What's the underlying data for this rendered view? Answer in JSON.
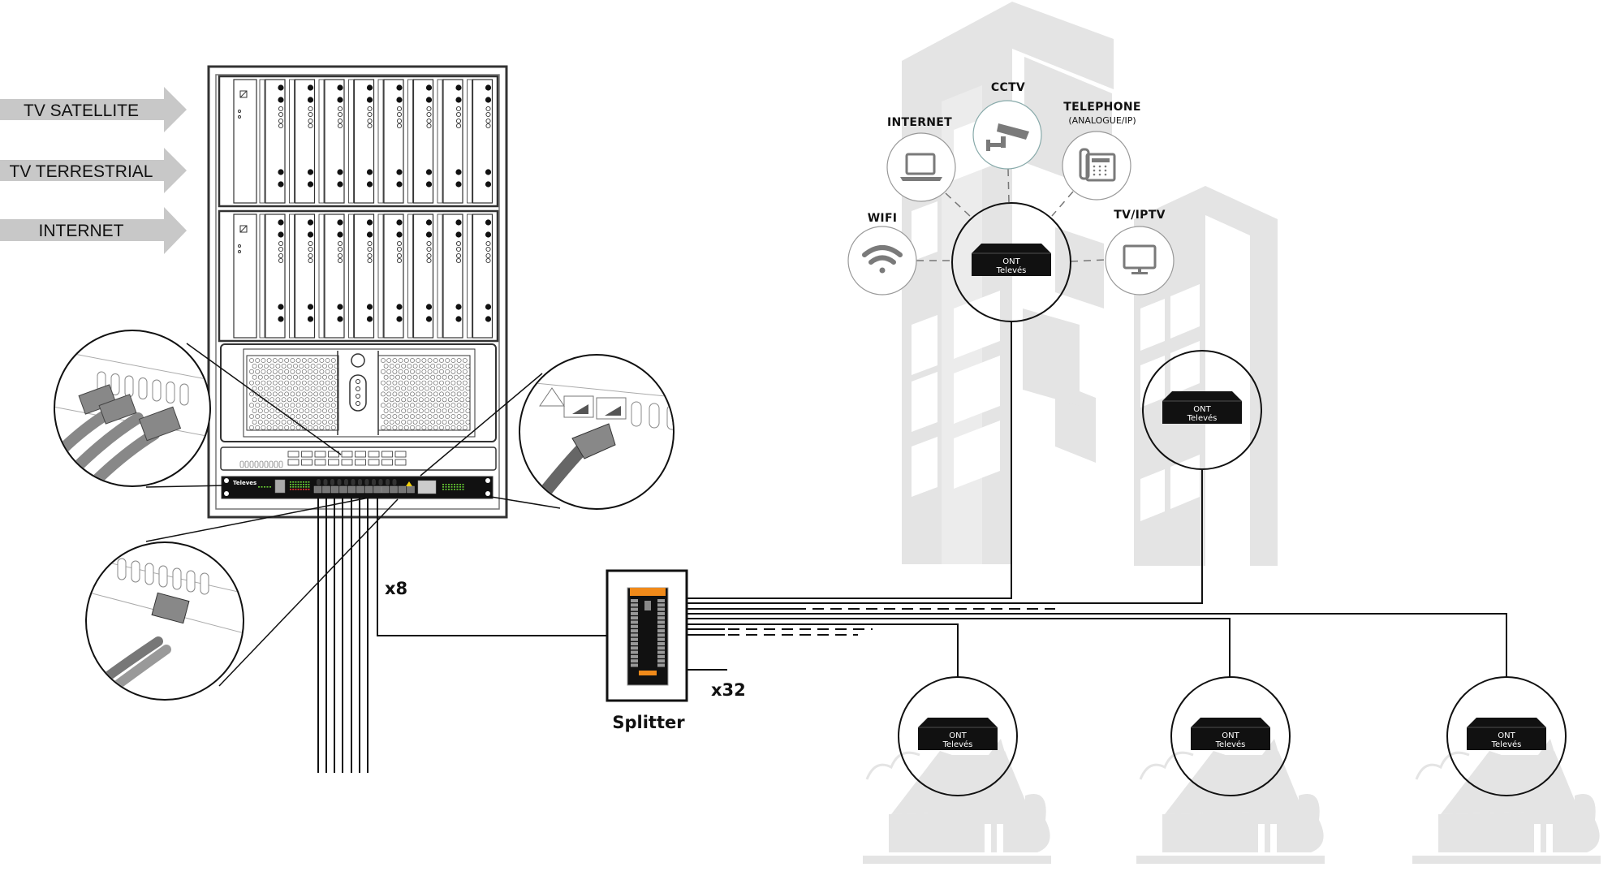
{
  "inputs": [
    {
      "label": "TV SATELLITE"
    },
    {
      "label": "TV TERRESTRIAL"
    },
    {
      "label": "INTERNET"
    }
  ],
  "headend": {
    "olt_brand": "Televes",
    "fiber_count_label": "x8"
  },
  "splitter": {
    "label": "Splitter",
    "outputs_label": "x32"
  },
  "ont": {
    "line1": "ONT",
    "line2": "Televés"
  },
  "services": [
    {
      "id": "wifi",
      "label": "WIFI",
      "sublabel": ""
    },
    {
      "id": "internet",
      "label": "INTERNET",
      "sublabel": ""
    },
    {
      "id": "cctv",
      "label": "CCTV",
      "sublabel": ""
    },
    {
      "id": "telephone",
      "label": "TELEPHONE",
      "sublabel": "(ANALOGUE/IP)"
    },
    {
      "id": "tv",
      "label": "TV/IPTV",
      "sublabel": ""
    }
  ],
  "colors": {
    "arrow": "#c8c8c8",
    "building": "#e4e4e4",
    "splitter_accent": "#f08a1a",
    "icon": "#7a7a7a",
    "line": "#111111"
  }
}
